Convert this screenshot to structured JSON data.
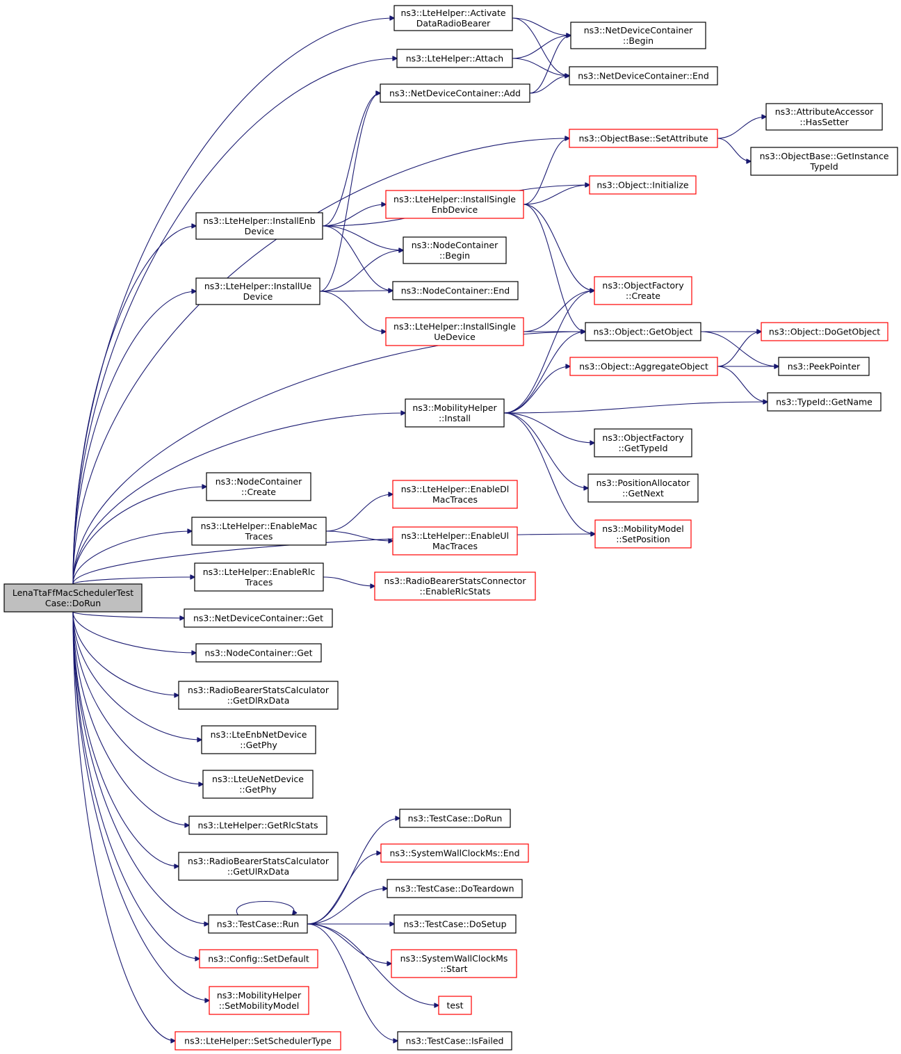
{
  "colors": {
    "edge": "#191970",
    "border_normal": "#000000",
    "border_truncated": "#ff0000",
    "root_fill": "#bfbfbf"
  },
  "nodes": [
    {
      "id": "root",
      "lines": [
        "LenaTtaFfMacSchedulerTest",
        "Case::DoRun"
      ],
      "style": "root"
    },
    {
      "id": "lte_activate",
      "lines": [
        "ns3::LteHelper::Activate",
        "DataRadioBearer"
      ],
      "style": "normal"
    },
    {
      "id": "ndc_begin",
      "lines": [
        "ns3::NetDeviceContainer",
        "::Begin"
      ],
      "style": "normal"
    },
    {
      "id": "lte_attach",
      "lines": [
        "ns3::LteHelper::Attach"
      ],
      "style": "normal"
    },
    {
      "id": "ndc_end",
      "lines": [
        "ns3::NetDeviceContainer::End"
      ],
      "style": "normal"
    },
    {
      "id": "ndc_add",
      "lines": [
        "ns3::NetDeviceContainer::Add"
      ],
      "style": "normal"
    },
    {
      "id": "attr_hassetter",
      "lines": [
        "ns3::AttributeAccessor",
        "::HasSetter"
      ],
      "style": "normal"
    },
    {
      "id": "ob_setattr",
      "lines": [
        "ns3::ObjectBase::SetAttribute"
      ],
      "style": "truncated"
    },
    {
      "id": "ob_getinst",
      "lines": [
        "ns3::ObjectBase::GetInstance",
        "TypeId"
      ],
      "style": "normal"
    },
    {
      "id": "obj_init",
      "lines": [
        "ns3::Object::Initialize"
      ],
      "style": "truncated"
    },
    {
      "id": "lte_isenb",
      "lines": [
        "ns3::LteHelper::InstallSingle",
        "EnbDevice"
      ],
      "style": "truncated"
    },
    {
      "id": "lte_ienb",
      "lines": [
        "ns3::LteHelper::InstallEnb",
        "Device"
      ],
      "style": "normal"
    },
    {
      "id": "nc_begin",
      "lines": [
        "ns3::NodeContainer",
        "::Begin"
      ],
      "style": "normal"
    },
    {
      "id": "lte_iue",
      "lines": [
        "ns3::LteHelper::InstallUe",
        "Device"
      ],
      "style": "normal"
    },
    {
      "id": "nc_end",
      "lines": [
        "ns3::NodeContainer::End"
      ],
      "style": "normal"
    },
    {
      "id": "of_create",
      "lines": [
        "ns3::ObjectFactory",
        "::Create"
      ],
      "style": "truncated"
    },
    {
      "id": "lte_isue",
      "lines": [
        "ns3::LteHelper::InstallSingle",
        "UeDevice"
      ],
      "style": "truncated"
    },
    {
      "id": "obj_getobj",
      "lines": [
        "ns3::Object::GetObject"
      ],
      "style": "normal"
    },
    {
      "id": "obj_dogetobj",
      "lines": [
        "ns3::Object::DoGetObject"
      ],
      "style": "truncated"
    },
    {
      "id": "obj_aggr",
      "lines": [
        "ns3::Object::AggregateObject"
      ],
      "style": "truncated"
    },
    {
      "id": "peekpointer",
      "lines": [
        "ns3::PeekPointer"
      ],
      "style": "normal"
    },
    {
      "id": "mob_install",
      "lines": [
        "ns3::MobilityHelper",
        "::Install"
      ],
      "style": "normal"
    },
    {
      "id": "typeid_getname",
      "lines": [
        "ns3::TypeId::GetName"
      ],
      "style": "normal"
    },
    {
      "id": "of_gettypeid",
      "lines": [
        "ns3::ObjectFactory",
        "::GetTypeId"
      ],
      "style": "normal"
    },
    {
      "id": "pa_getnext",
      "lines": [
        "ns3::PositionAllocator",
        "::GetNext"
      ],
      "style": "normal"
    },
    {
      "id": "nc_create",
      "lines": [
        "ns3::NodeContainer",
        "::Create"
      ],
      "style": "normal"
    },
    {
      "id": "lte_enabledl",
      "lines": [
        "ns3::LteHelper::EnableDl",
        "MacTraces"
      ],
      "style": "truncated"
    },
    {
      "id": "mm_setpos",
      "lines": [
        "ns3::MobilityModel",
        "::SetPosition"
      ],
      "style": "truncated"
    },
    {
      "id": "lte_enablemac",
      "lines": [
        "ns3::LteHelper::EnableMac",
        "Traces"
      ],
      "style": "normal"
    },
    {
      "id": "lte_enableul",
      "lines": [
        "ns3::LteHelper::EnableUl",
        "MacTraces"
      ],
      "style": "truncated"
    },
    {
      "id": "lte_enablerlc",
      "lines": [
        "ns3::LteHelper::EnableRlc",
        "Traces"
      ],
      "style": "normal"
    },
    {
      "id": "rbsc_enable",
      "lines": [
        "ns3::RadioBearerStatsConnector",
        "::EnableRlcStats"
      ],
      "style": "truncated"
    },
    {
      "id": "ndc_get",
      "lines": [
        "ns3::NetDeviceContainer::Get"
      ],
      "style": "normal"
    },
    {
      "id": "nc_get",
      "lines": [
        "ns3::NodeContainer::Get"
      ],
      "style": "normal"
    },
    {
      "id": "rbscalc_dl",
      "lines": [
        "ns3::RadioBearerStatsCalculator",
        "::GetDlRxData"
      ],
      "style": "normal"
    },
    {
      "id": "enbnd_getphy",
      "lines": [
        "ns3::LteEnbNetDevice",
        "::GetPhy"
      ],
      "style": "normal"
    },
    {
      "id": "uend_getphy",
      "lines": [
        "ns3::LteUeNetDevice",
        "::GetPhy"
      ],
      "style": "normal"
    },
    {
      "id": "lte_getrlc",
      "lines": [
        "ns3::LteHelper::GetRlcStats"
      ],
      "style": "normal"
    },
    {
      "id": "tc_dorun",
      "lines": [
        "ns3::TestCase::DoRun"
      ],
      "style": "normal"
    },
    {
      "id": "swc_end",
      "lines": [
        "ns3::SystemWallClockMs::End"
      ],
      "style": "truncated"
    },
    {
      "id": "rbscalc_ul",
      "lines": [
        "ns3::RadioBearerStatsCalculator",
        "::GetUlRxData"
      ],
      "style": "normal"
    },
    {
      "id": "tc_doteardown",
      "lines": [
        "ns3::TestCase::DoTeardown"
      ],
      "style": "normal"
    },
    {
      "id": "tc_run",
      "lines": [
        "ns3::TestCase::Run"
      ],
      "style": "normal"
    },
    {
      "id": "tc_dosetup",
      "lines": [
        "ns3::TestCase::DoSetup"
      ],
      "style": "normal"
    },
    {
      "id": "config_setdef",
      "lines": [
        "ns3::Config::SetDefault"
      ],
      "style": "truncated"
    },
    {
      "id": "swc_start",
      "lines": [
        "ns3::SystemWallClockMs",
        "::Start"
      ],
      "style": "truncated"
    },
    {
      "id": "mob_setmodel",
      "lines": [
        "ns3::MobilityHelper",
        "::SetMobilityModel"
      ],
      "style": "truncated"
    },
    {
      "id": "test",
      "lines": [
        "test"
      ],
      "style": "truncated"
    },
    {
      "id": "lte_setsched",
      "lines": [
        "ns3::LteHelper::SetSchedulerType"
      ],
      "style": "truncated"
    },
    {
      "id": "tc_isfailed",
      "lines": [
        "ns3::TestCase::IsFailed"
      ],
      "style": "normal"
    }
  ],
  "edges": [
    [
      "root",
      "lte_activate"
    ],
    [
      "root",
      "lte_attach"
    ],
    [
      "root",
      "ob_setattr"
    ],
    [
      "root",
      "lte_ienb"
    ],
    [
      "root",
      "lte_iue"
    ],
    [
      "root",
      "obj_getobj"
    ],
    [
      "root",
      "mob_install"
    ],
    [
      "root",
      "mm_setpos"
    ],
    [
      "root",
      "nc_create"
    ],
    [
      "root",
      "lte_enablemac"
    ],
    [
      "root",
      "lte_enablerlc"
    ],
    [
      "root",
      "ndc_get"
    ],
    [
      "root",
      "nc_get"
    ],
    [
      "root",
      "rbscalc_dl"
    ],
    [
      "root",
      "enbnd_getphy"
    ],
    [
      "root",
      "uend_getphy"
    ],
    [
      "root",
      "lte_getrlc"
    ],
    [
      "root",
      "rbscalc_ul"
    ],
    [
      "root",
      "tc_run"
    ],
    [
      "root",
      "config_setdef"
    ],
    [
      "root",
      "mob_setmodel"
    ],
    [
      "root",
      "lte_setsched"
    ],
    [
      "lte_activate",
      "ndc_begin"
    ],
    [
      "lte_activate",
      "ndc_end"
    ],
    [
      "lte_attach",
      "ndc_begin"
    ],
    [
      "lte_attach",
      "ndc_end"
    ],
    [
      "ndc_add",
      "ndc_begin"
    ],
    [
      "ndc_add",
      "ndc_end"
    ],
    [
      "ob_setattr",
      "attr_hassetter"
    ],
    [
      "ob_setattr",
      "ob_getinst"
    ],
    [
      "lte_ienb",
      "ndc_add"
    ],
    [
      "lte_ienb",
      "obj_init"
    ],
    [
      "lte_ienb",
      "lte_isenb"
    ],
    [
      "lte_ienb",
      "nc_begin"
    ],
    [
      "lte_ienb",
      "nc_end"
    ],
    [
      "lte_isenb",
      "ob_setattr"
    ],
    [
      "lte_isenb",
      "obj_init"
    ],
    [
      "lte_isenb",
      "of_create"
    ],
    [
      "lte_isenb",
      "obj_getobj"
    ],
    [
      "lte_iue",
      "ndc_add"
    ],
    [
      "lte_iue",
      "nc_begin"
    ],
    [
      "lte_iue",
      "nc_end"
    ],
    [
      "lte_iue",
      "lte_isue"
    ],
    [
      "lte_isue",
      "of_create"
    ],
    [
      "lte_isue",
      "obj_getobj"
    ],
    [
      "obj_getobj",
      "obj_dogetobj"
    ],
    [
      "obj_getobj",
      "peekpointer"
    ],
    [
      "obj_aggr",
      "obj_dogetobj"
    ],
    [
      "obj_aggr",
      "peekpointer"
    ],
    [
      "obj_aggr",
      "typeid_getname"
    ],
    [
      "mob_install",
      "of_create"
    ],
    [
      "mob_install",
      "obj_getobj"
    ],
    [
      "mob_install",
      "obj_aggr"
    ],
    [
      "mob_install",
      "typeid_getname"
    ],
    [
      "mob_install",
      "of_gettypeid"
    ],
    [
      "mob_install",
      "pa_getnext"
    ],
    [
      "mob_install",
      "mm_setpos"
    ],
    [
      "lte_enablemac",
      "lte_enabledl"
    ],
    [
      "lte_enablemac",
      "lte_enableul"
    ],
    [
      "lte_enablerlc",
      "rbsc_enable"
    ],
    [
      "tc_run",
      "tc_run"
    ],
    [
      "tc_run",
      "tc_dorun"
    ],
    [
      "tc_run",
      "swc_end"
    ],
    [
      "tc_run",
      "tc_doteardown"
    ],
    [
      "tc_run",
      "tc_dosetup"
    ],
    [
      "tc_run",
      "swc_start"
    ],
    [
      "tc_run",
      "test"
    ],
    [
      "tc_run",
      "tc_isfailed"
    ]
  ]
}
